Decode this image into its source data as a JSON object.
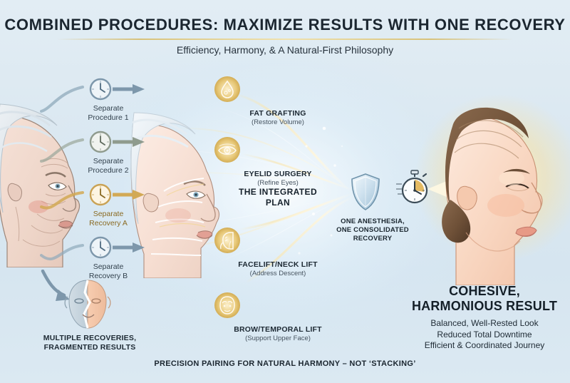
{
  "header": {
    "title": "COMBINED PROCEDURES: MAXIMIZE RESULTS WITH ONE RECOVERY",
    "subtitle": "Efficiency, Harmony, & A Natural-First Philosophy"
  },
  "left_panel": {
    "steps": [
      {
        "label": "Separate\nProcedure 1",
        "line1": "Separate",
        "line2": "Procedure 1",
        "icon": "clock-icon",
        "color": "#7d97ab",
        "accent": false
      },
      {
        "label": "Separate\nProcedure 2",
        "line1": "Separate",
        "line2": "Procedure 2",
        "icon": "clock-icon",
        "color": "#8f9b8e",
        "accent": false
      },
      {
        "label": "Separate\nRecovery A",
        "line1": "Separate",
        "line2": "Recovery A",
        "icon": "clock-icon",
        "color": "#c9a255",
        "accent": true
      },
      {
        "label": "Separate\nRecovery B",
        "line1": "Separate",
        "line2": "Recovery B",
        "icon": "clock-icon",
        "color": "#7d97ab",
        "accent": false
      }
    ],
    "fragmented": {
      "line1": "MULTIPLE RECOVERIES,",
      "line2": "FRAGMENTED RESULTS",
      "icon": "split-face-icon"
    },
    "face_alt": "elderly-woman-profile"
  },
  "center_panel": {
    "face_alt": "mature-woman-profile-with-treatment-zones",
    "procedures": [
      {
        "name": "FAT GRAFTING",
        "sub": "(Restore Volume)",
        "icon": "droplet-icon"
      },
      {
        "name": "EYELID SURGERY",
        "sub": "(Refine Eyes)",
        "icon": "eye-icon"
      },
      {
        "name": "FACELIFT/NECK LIFT",
        "sub": "(Address Descent)",
        "icon": "face-neck-icon"
      },
      {
        "name": "BROW/TEMPORAL LIFT",
        "sub": "(Support Upper Face)",
        "icon": "brow-face-icon"
      }
    ],
    "integrated_plan": {
      "line1": "THE INTEGRATED",
      "line2": "PLAN"
    }
  },
  "convergence": {
    "shield_icon": "shield-icon",
    "stopwatch_icon": "stopwatch-icon",
    "caption": {
      "line1": "ONE ANESTHESIA,",
      "line2": "ONE CONSOLIDATED",
      "line3": "RECOVERY"
    }
  },
  "right_panel": {
    "face_alt": "young-woman-profile-glowing",
    "result_title": {
      "line1": "COHESIVE,",
      "line2": "HARMONIOUS RESULT"
    },
    "benefits": [
      "Balanced, Well-Rested Look",
      "Reduced Total Downtime",
      "Efficient & Coordinated Journey"
    ]
  },
  "footer": {
    "text": "PRECISION PAIRING FOR NATURAL HARMONY – NOT ‘STACKING’"
  },
  "colors": {
    "background": "#dce8f1",
    "gold": "#d4af5a",
    "gold_light": "#f2e3b0",
    "ink": "#1b2630",
    "steel": "#7d97ab"
  }
}
